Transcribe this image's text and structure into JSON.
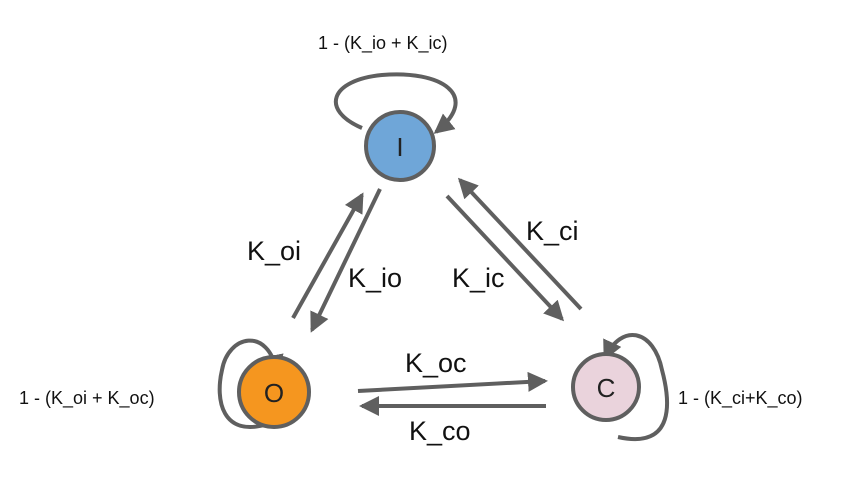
{
  "nodes": {
    "I": {
      "label": "I",
      "color": "#6fa6d8"
    },
    "O": {
      "label": "O",
      "color": "#f5961f"
    },
    "C": {
      "label": "C",
      "color": "#ead3dc"
    }
  },
  "edge_color": "#5f5f5f",
  "edges": {
    "oi": {
      "label": "K_oi"
    },
    "io": {
      "label": "K_io"
    },
    "ci": {
      "label": "K_ci"
    },
    "ic": {
      "label": "K_ic"
    },
    "oc": {
      "label": "K_oc"
    },
    "co": {
      "label": "K_co"
    }
  },
  "self_loops": {
    "I": {
      "label": "1 - (K_io + K_ic)"
    },
    "O": {
      "label": "1 - (K_oi + K_oc)"
    },
    "C": {
      "label": "1 - (K_ci+K_co)"
    }
  }
}
